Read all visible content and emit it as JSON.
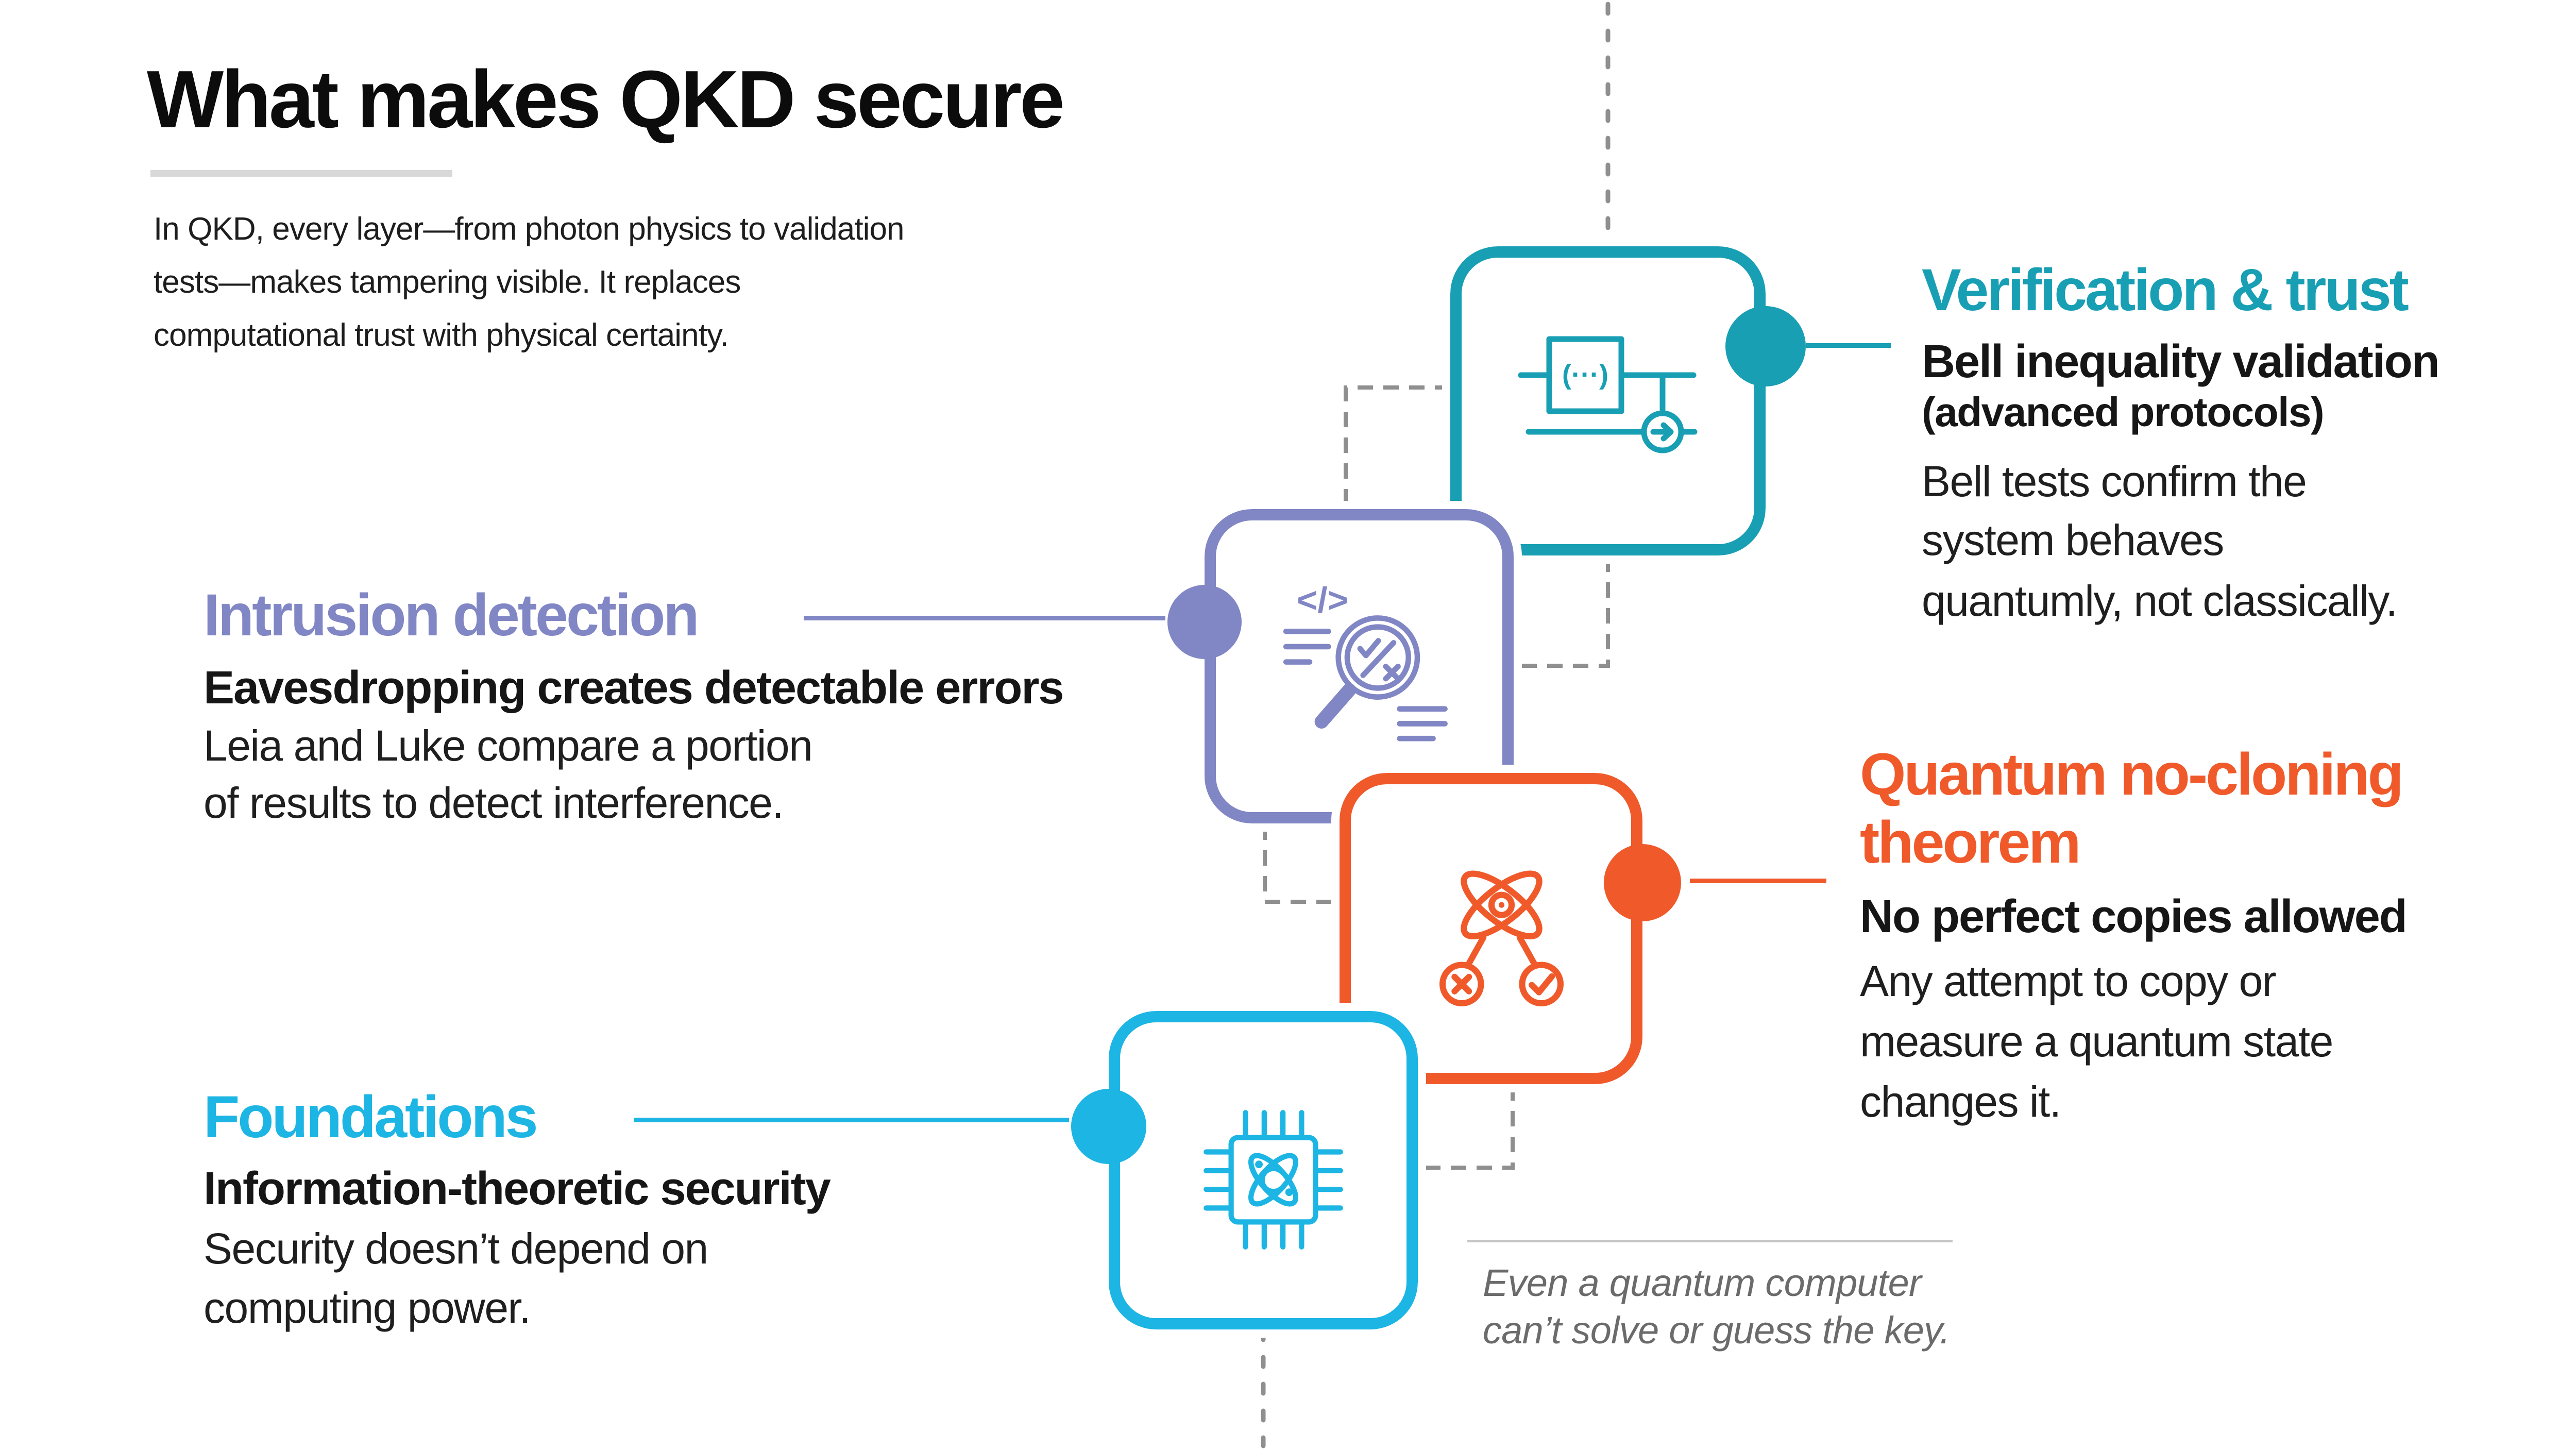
{
  "title": "What makes QKD secure",
  "intro": {
    "line1": "In QKD, every layer—from photon physics to validation",
    "line2": "tests—makes tampering visible. It replaces",
    "line3": "computational trust with physical certainty."
  },
  "sections": {
    "verification": {
      "heading": "Verification & trust",
      "subtitle": "Bell inequality validation",
      "subtitle_note": "(advanced protocols)",
      "body1": "Bell tests confirm the",
      "body2": "system behaves",
      "body3": "quantumly, not classically.",
      "accent_color": "#189fb4",
      "icon": "quantum-circuit-icon",
      "icon_glyph_text": "(···)"
    },
    "intrusion": {
      "heading": "Intrusion detection",
      "subtitle": "Eavesdropping creates detectable errors",
      "body1": "Leia and Luke compare a portion",
      "body2": "of results to detect interference.",
      "accent_color": "#8186c4",
      "icon": "code-inspection-magnifier-icon",
      "icon_code_text": "</>"
    },
    "no_cloning": {
      "heading_line1": "Quantum no-cloning",
      "heading_line2": "theorem",
      "subtitle": "No perfect copies allowed",
      "body1": "Any attempt to copy or",
      "body2": "measure a quantum state",
      "body3": "changes it.",
      "accent_color": "#f05a2b",
      "icon": "atom-clone-check-icon"
    },
    "foundations": {
      "heading": "Foundations",
      "subtitle": "Information-theoretic security",
      "body1": "Security doesn’t depend on",
      "body2": "computing power.",
      "accent_color": "#1cb5e4",
      "icon": "quantum-chip-icon"
    }
  },
  "note": {
    "line1": "Even a quantum computer",
    "line2": "can’t solve or guess the key."
  }
}
